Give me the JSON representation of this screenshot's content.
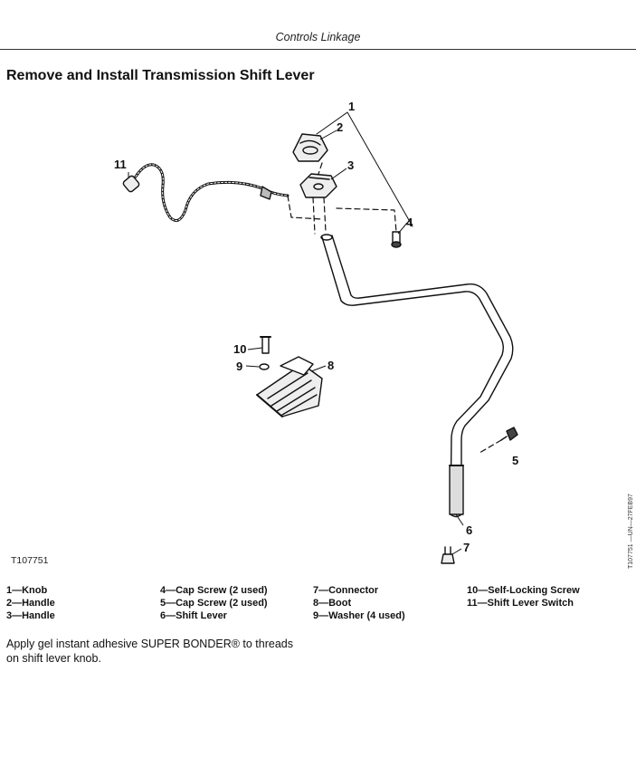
{
  "header": {
    "section": "Controls Linkage"
  },
  "title": "Remove and Install Transmission Shift Lever",
  "figure": {
    "id": "T107751",
    "side_code": "T107751 —UN—27FEB97",
    "callouts": [
      "1",
      "2",
      "3",
      "4",
      "5",
      "6",
      "7",
      "8",
      "9",
      "10",
      "11"
    ]
  },
  "legend": {
    "columns": [
      [
        "1—Knob",
        "2—Handle",
        "3—Handle"
      ],
      [
        "4—Cap Screw (2 used)",
        "5—Cap Screw (2 used)",
        "6—Shift Lever"
      ],
      [
        "7—Connector",
        "8—Boot",
        "9—Washer (4 used)"
      ],
      [
        "10—Self-Locking Screw",
        "11—Shift Lever Switch"
      ]
    ]
  },
  "note": "Apply gel instant adhesive SUPER BONDER® to threads on shift lever knob."
}
